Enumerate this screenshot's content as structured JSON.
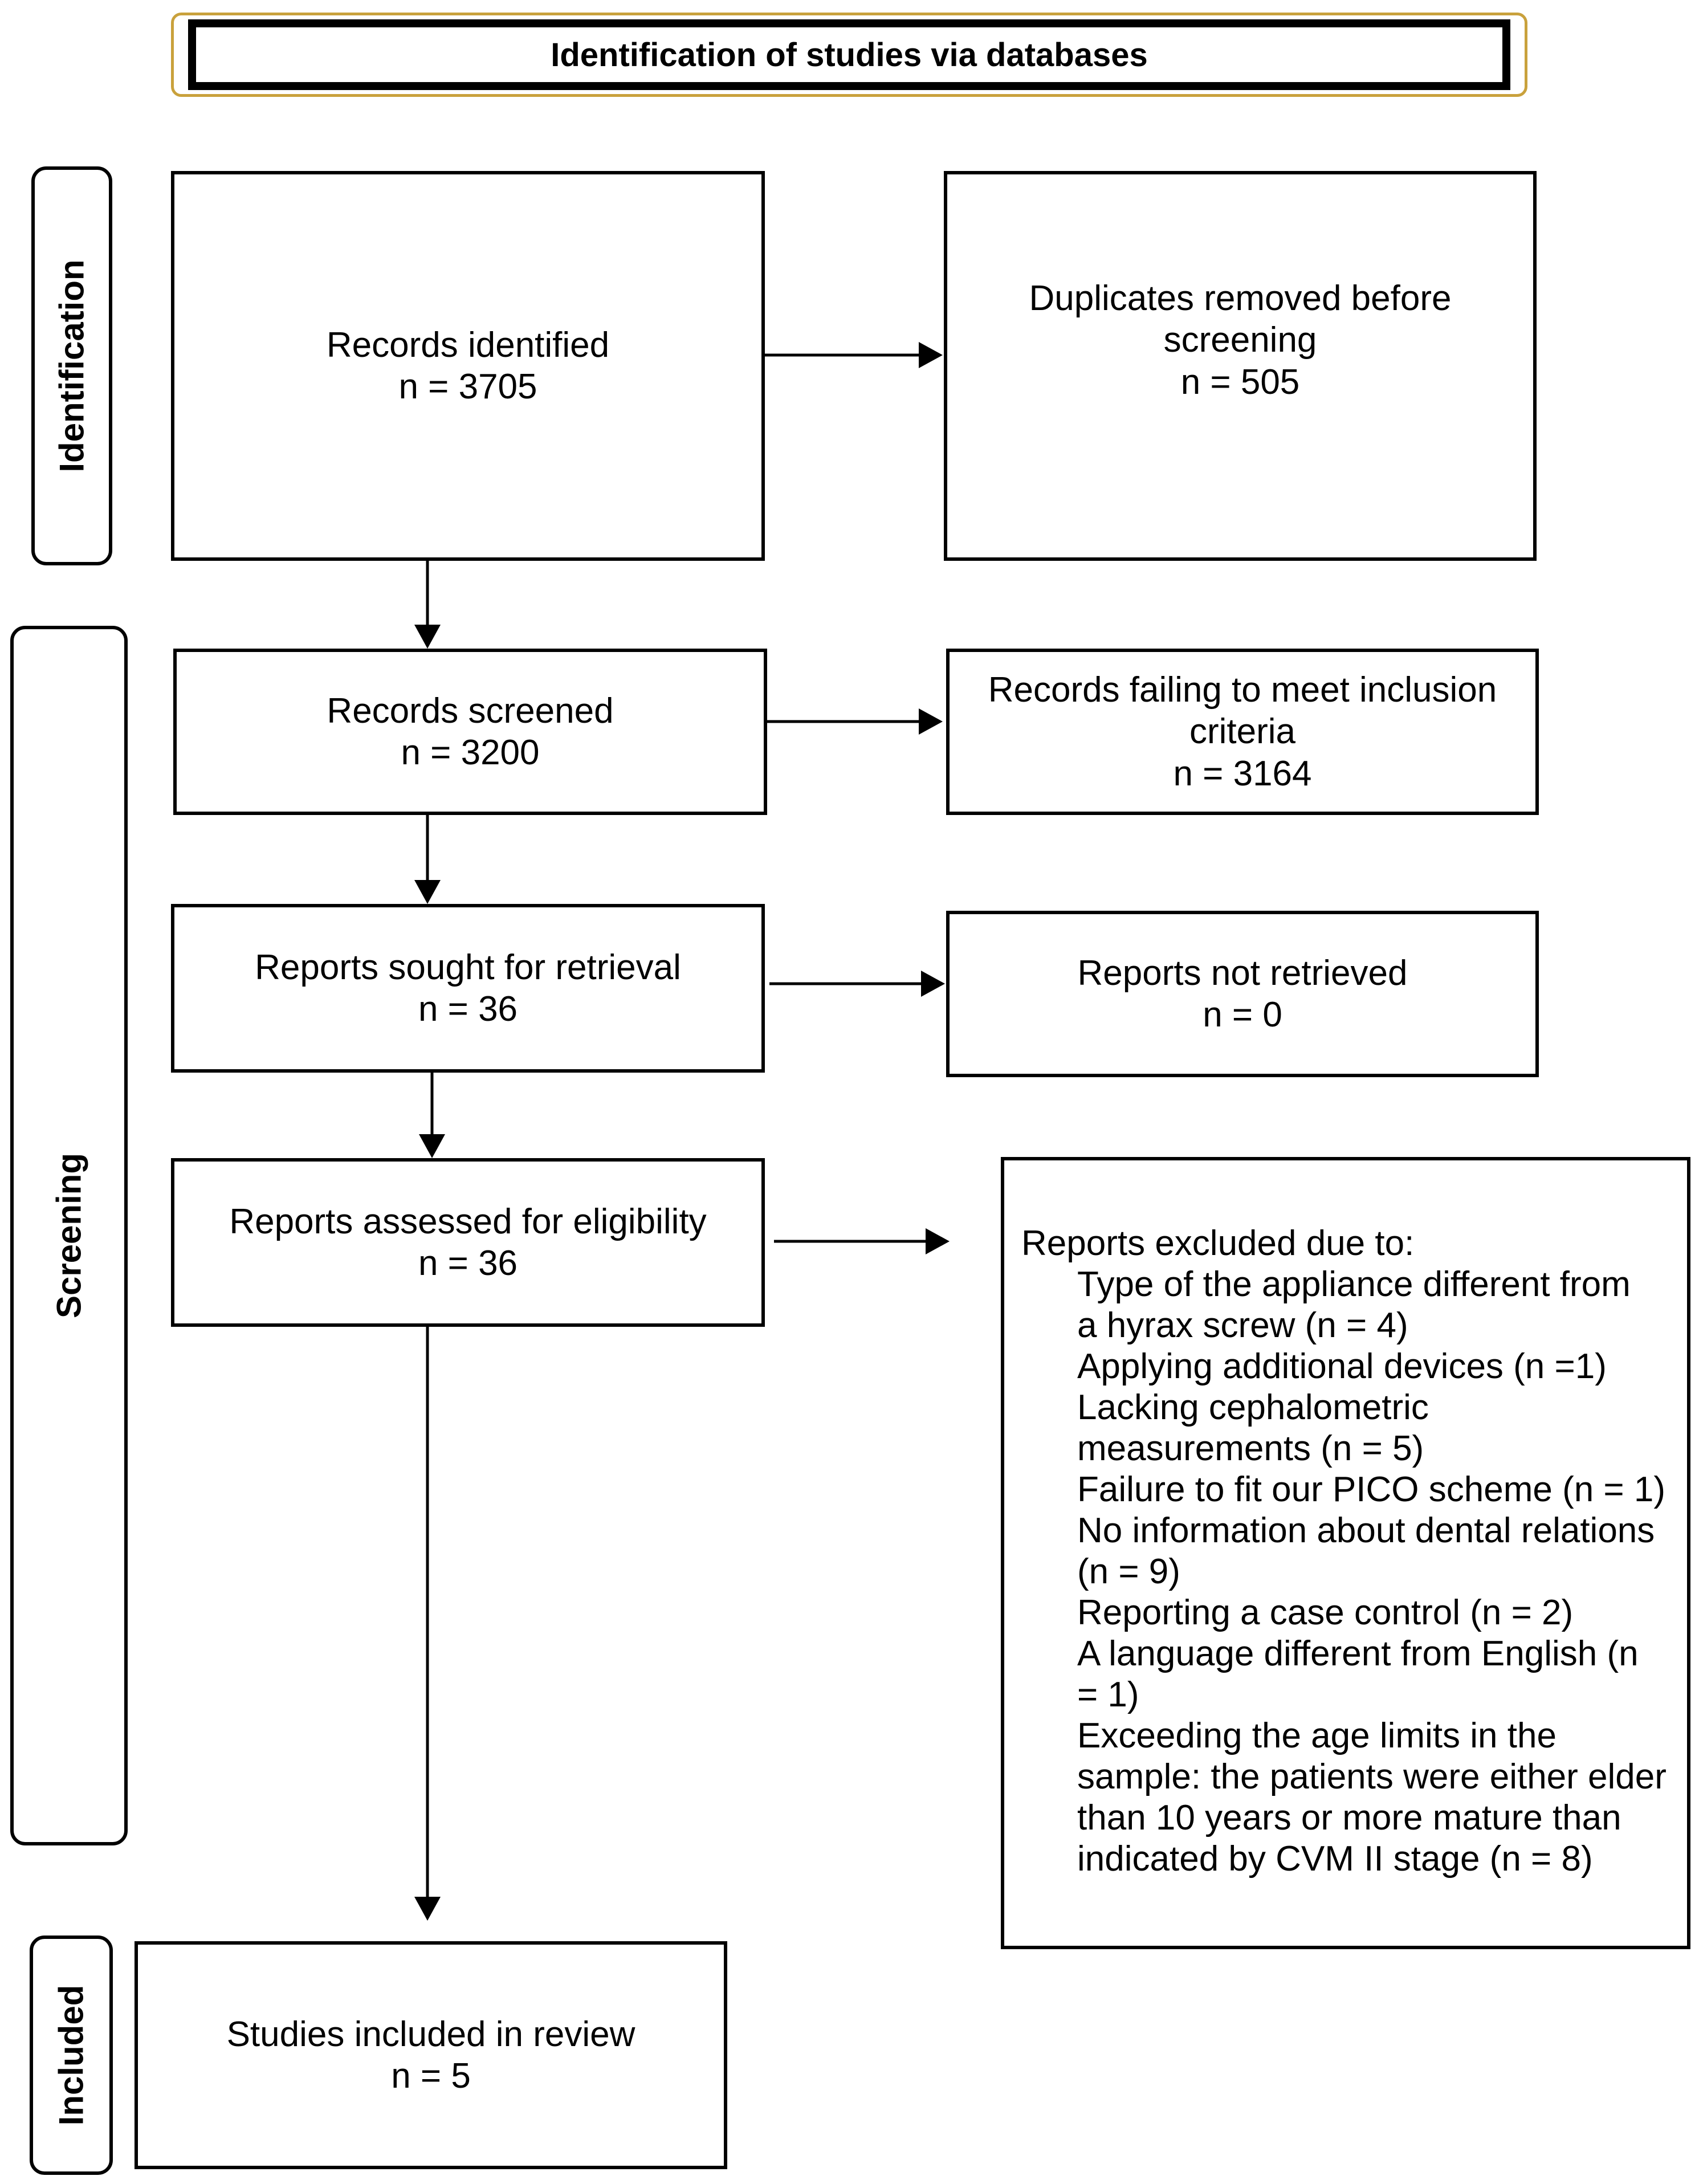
{
  "header": {
    "title": "Identification of studies via databases"
  },
  "phases": {
    "identification": "Identification",
    "screening": "Screening",
    "included": "Included"
  },
  "boxes": {
    "records_identified": {
      "label": "Records identified",
      "count": "n = 3705"
    },
    "duplicates_removed": {
      "label_line1": "Duplicates removed before",
      "label_line2": "screening",
      "count": "n = 505"
    },
    "records_screened": {
      "label": "Records screened",
      "count": "n = 3200"
    },
    "records_failing": {
      "label_line1": "Records failing to meet inclusion",
      "label_line2": "criteria",
      "count": "n = 3164"
    },
    "reports_sought": {
      "label": "Reports sought for retrieval",
      "count": "n = 36"
    },
    "reports_not_retrieved": {
      "label": "Reports not retrieved",
      "count": "n = 0"
    },
    "reports_assessed": {
      "label": "Reports assessed for eligibility",
      "count": "n = 36"
    },
    "studies_included": {
      "label": "Studies included in review",
      "count": "n = 5"
    }
  },
  "exclusions": {
    "title": "Reports excluded due to:",
    "lines": [
      "Type of the appliance different from",
      "a hyrax screw (n = 4)",
      "Applying additional devices (n =1)",
      "Lacking cephalometric",
      "measurements (n = 5)",
      "Failure to fit our PICO scheme (n = 1)",
      "No information about dental relations",
      "(n = 9)",
      "Reporting a case control (n = 2)",
      "A language different from English (n",
      "= 1)",
      "Exceeding the age limits in the",
      "sample: the patients were either elder",
      "than 10 years or more mature than",
      "indicated by CVM II stage (n = 8)"
    ]
  }
}
